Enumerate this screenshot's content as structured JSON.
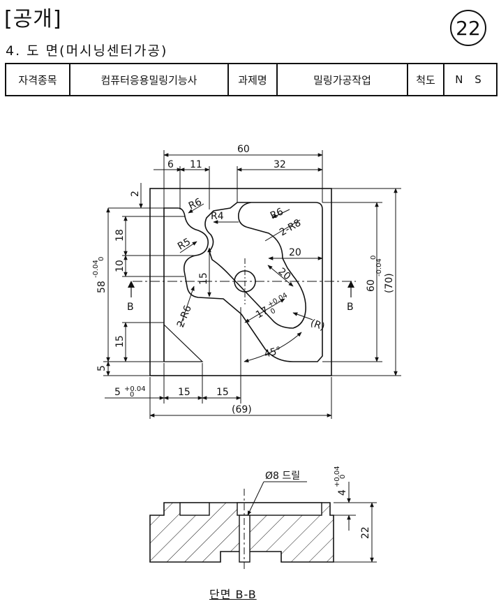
{
  "header": {
    "tag": "[공개]",
    "badge_number": "22"
  },
  "section_title": "4. 도 면(머시닝센터가공)",
  "info_table": {
    "qualification_label": "자격종목",
    "qualification_value": "컴퓨터응용밀링기능사",
    "task_label": "과제명",
    "task_value": "밀링가공작업",
    "scale_label": "척도",
    "scale_value": "N S"
  },
  "plan_dims": {
    "overall_width": "60",
    "d6": "6",
    "d11": "11",
    "d32": "32",
    "d2": "2",
    "d18": "18",
    "d10": "10",
    "d15_left": "15",
    "d58": "58",
    "d58_tol": "-0.04",
    "d58_tol0": "0",
    "d5_left": "5",
    "d60": "60",
    "d60_tol": "-0.04",
    "d60_tol0": "0",
    "d70": "(70)",
    "bottom_5": "5",
    "bottom_5_tol": "+0.04",
    "bottom_5_tol0": "0",
    "bottom_15a": "15",
    "bottom_15b": "15",
    "bottom_69": "(69)",
    "d15_inner": "15",
    "d20_horiz": "20",
    "d20_diag": "20",
    "d17": "17",
    "d17_tol": "+0.04",
    "d17_tol0": "0",
    "angle_45": "45°",
    "r6_a": "R6",
    "r4": "R4",
    "r6_b": "R6",
    "r2_8": "2-R8",
    "r5": "R5",
    "r2_6": "2-R6",
    "r_paren": "(R)",
    "section_mark_left": "B",
    "section_mark_right": "B"
  },
  "section_view": {
    "drill_label": "Ø8 드릴",
    "depth_4": "4",
    "depth_4_tol": "+0.04",
    "depth_4_tol0": "0",
    "height_22": "22",
    "caption": "단면 B-B"
  }
}
